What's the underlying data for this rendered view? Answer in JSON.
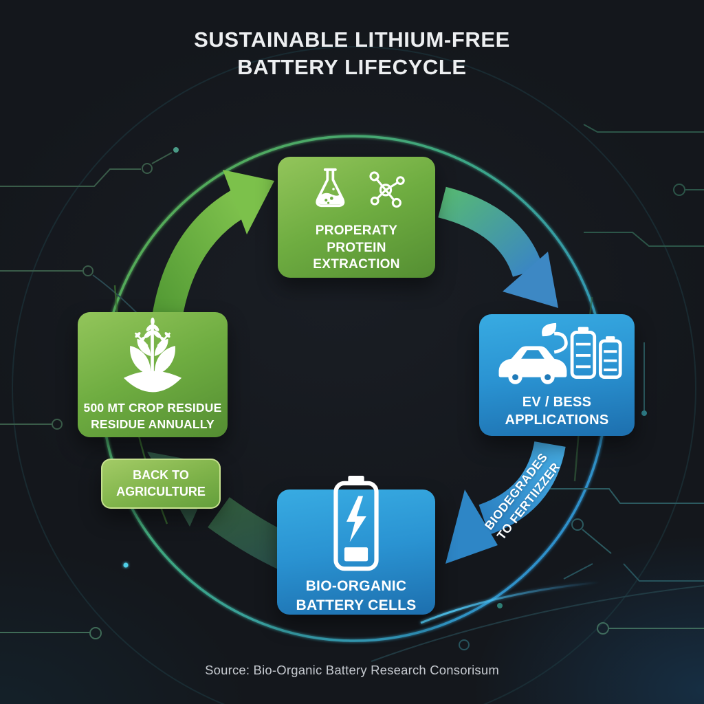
{
  "title": {
    "line1": "SUSTAINABLE LITHIUM-FREE",
    "line2": "BATTERY LIFECYCLE"
  },
  "cycle": {
    "extraction": {
      "line1": "PROPERATY",
      "line2": "PROTEIN",
      "line3": "EXTRACTION",
      "icons": [
        "flask-icon",
        "molecule-icon"
      ],
      "color": "green"
    },
    "applications": {
      "line1": "EV / BESS",
      "line2": "APPLICATIONS",
      "icons": [
        "car-leaf-icon",
        "battery-pack-icon"
      ],
      "color": "blue"
    },
    "battery_cells": {
      "line1": "BIO-ORGANIC",
      "line2": "BATTERY CELLS",
      "icons": [
        "battery-bolt-icon"
      ],
      "color": "blue"
    },
    "crop_residue": {
      "line1": "500 MT CROP RESIDUE",
      "line2": "RESIDUE ANNUALLY",
      "icons": [
        "plant-icon"
      ],
      "color": "green"
    },
    "back_to_agriculture": {
      "line1": "BACK TO",
      "line2": "AGRICULTURE",
      "color": "green"
    }
  },
  "arrow_label": {
    "line1": "BIODEGRADES",
    "line2": "TO FERTIIZZER"
  },
  "source": "Source: Bio-Organic Battery Research Consorisum",
  "colors": {
    "background": "#14171c",
    "green_light": "#93c55b",
    "green_dark": "#548e32",
    "blue_light": "#38abe2",
    "blue_dark": "#1d6fae",
    "arrow_green": "#7cc14b",
    "arrow_blue": "#2f8fd0",
    "accent_glow": "#56d4ff",
    "circuit_line": "#3a5c49",
    "text": "#ffffff"
  }
}
